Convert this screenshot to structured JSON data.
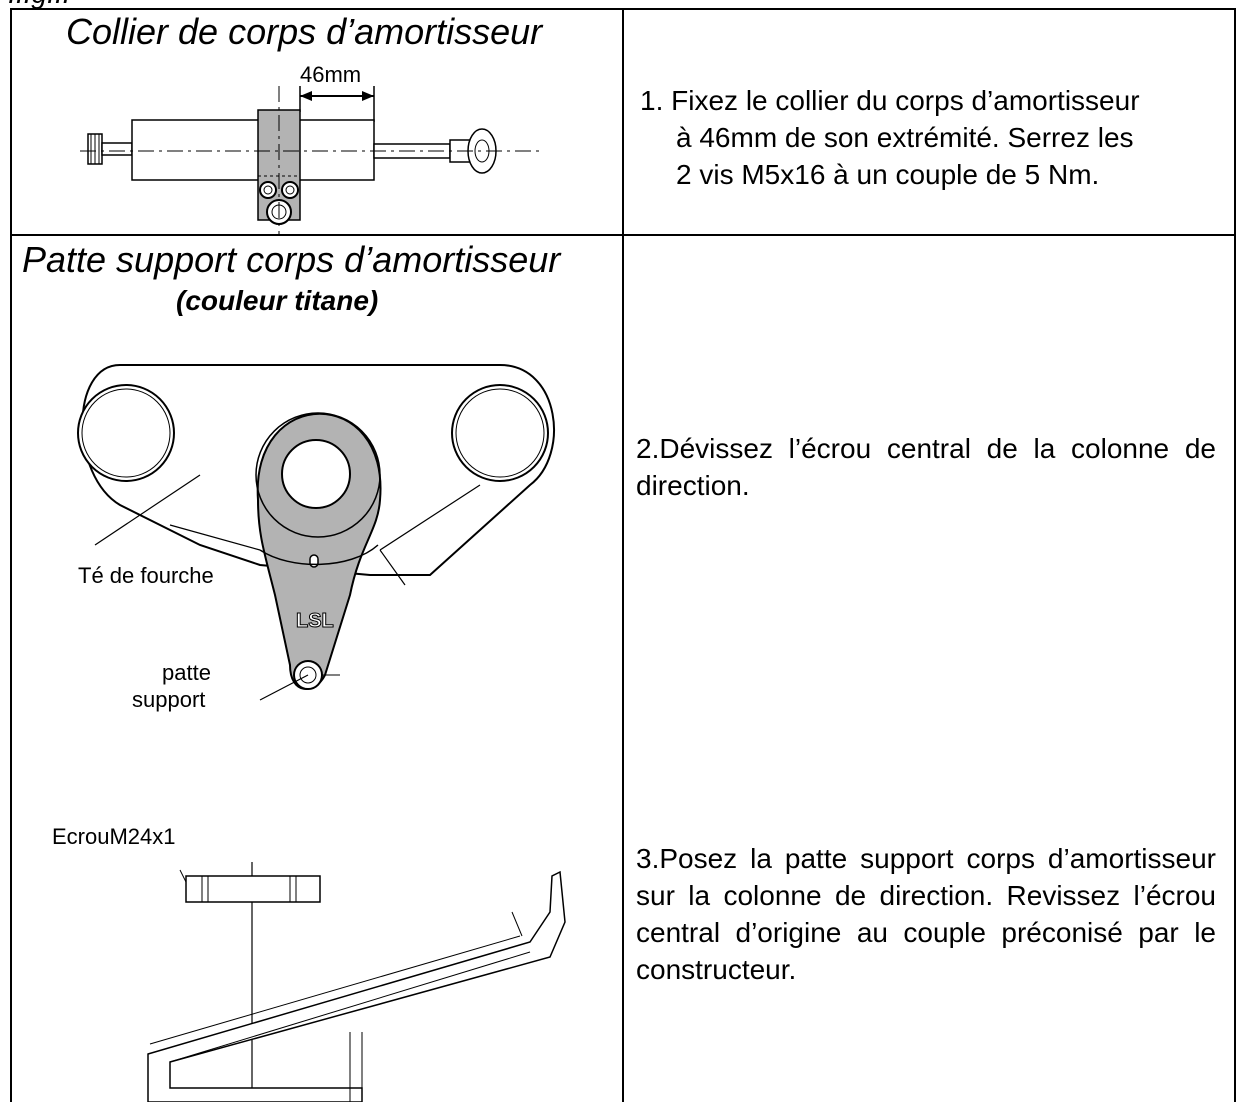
{
  "header": {
    "partial_text": "...g..."
  },
  "row1": {
    "title": "Collier de corps d’amortisseur",
    "dimension_label": "46mm",
    "step_number": "1.",
    "step_line1": "Fixez le collier du corps d’amortisseur",
    "step_line2": "à 46mm de son extrémité. Serrez les",
    "step_line3": "2 vis M5x16 à un couple de 5 Nm."
  },
  "row2": {
    "title": "Patte support corps d’amortisseur",
    "subtitle": "(couleur titane)",
    "label_fork": "Té de fourche",
    "label_bracket_line1": "patte",
    "label_bracket_line2": "support",
    "logo_text": "LSL",
    "step2_text": "2.Dévissez l’écrou central de la colonne de direction.",
    "nut_label": "EcrouM24x1",
    "step3_text": "3.Posez la patte support corps d’amortisseur sur la colonne de direction. Revissez l’écrou central d’origine au couple préconisé par le constructeur."
  },
  "colors": {
    "line": "#000000",
    "bracket_fill": "#b3b3b3",
    "background": "#ffffff"
  }
}
